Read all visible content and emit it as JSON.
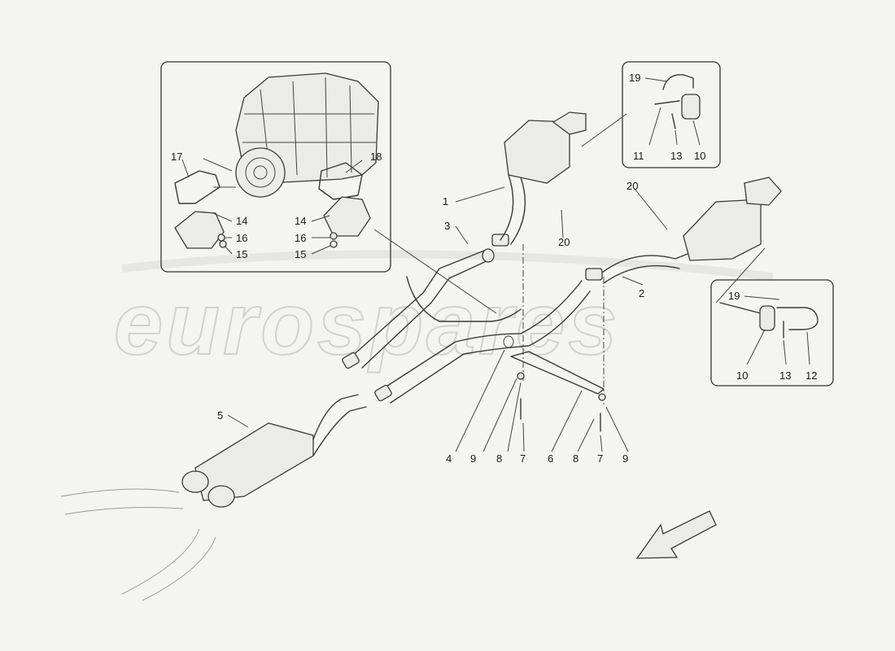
{
  "watermark": "eurospares",
  "callouts": {
    "main": {
      "c1": "1",
      "c2": "2",
      "c3": "3",
      "c4": "4",
      "c5": "5",
      "c6": "6",
      "c7a": "7",
      "c7b": "7",
      "c8a": "8",
      "c8b": "8",
      "c9a": "9",
      "c9b": "9",
      "c20a": "20",
      "c20b": "20"
    },
    "inset_gearbox": {
      "c17": "17",
      "c18": "18",
      "c14a": "14",
      "c14b": "14",
      "c16a": "16",
      "c16b": "16",
      "c15a": "15",
      "c15b": "15"
    },
    "inset_top_right": {
      "c19": "19",
      "c11": "11",
      "c13": "13",
      "c10": "10"
    },
    "inset_bottom_right": {
      "c19": "19",
      "c10": "10",
      "c13": "13",
      "c12": "12"
    }
  },
  "direction_arrow": "arrow-down-left-icon"
}
